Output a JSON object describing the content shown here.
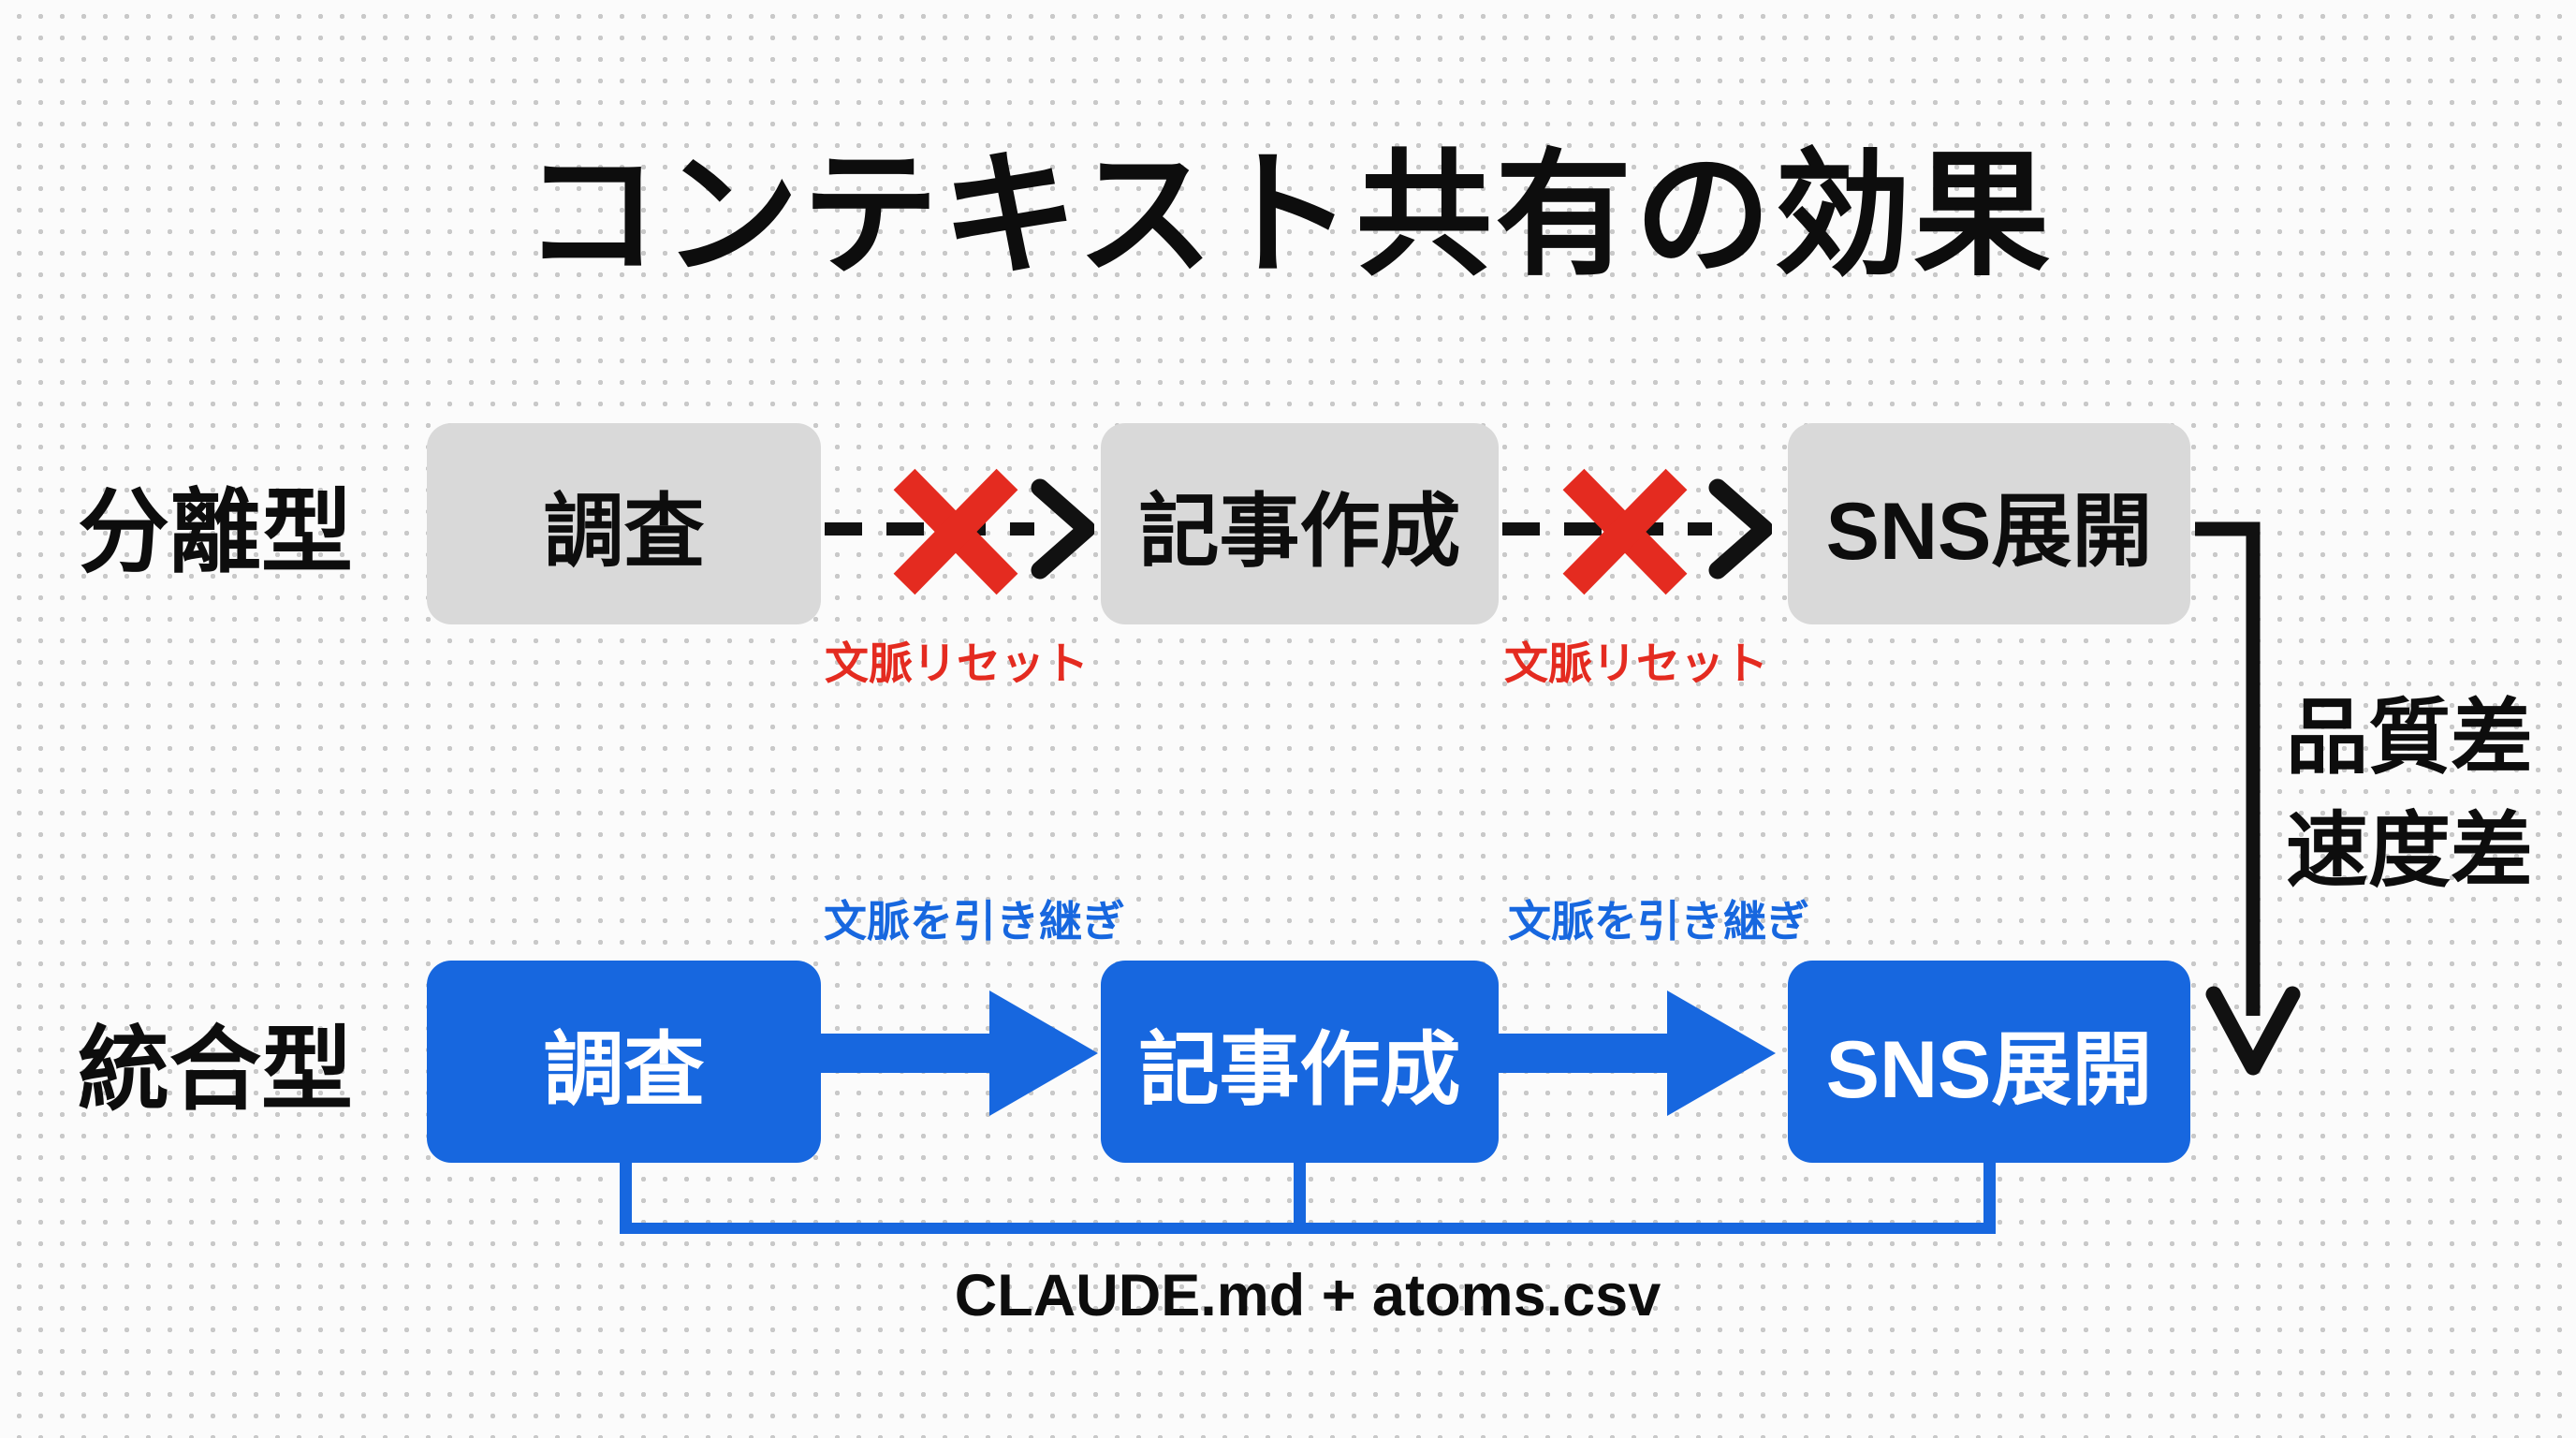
{
  "title": "コンテキスト共有の効果",
  "rows": {
    "separated": {
      "label": "分離型",
      "steps": [
        "調査",
        "記事作成",
        "SNS展開"
      ],
      "break_label": "文脈リセット"
    },
    "integrated": {
      "label": "統合型",
      "steps": [
        "調査",
        "記事作成",
        "SNS展開"
      ],
      "handoff_label": "文脈を引き継ぎ",
      "shared_context_label": "CLAUDE.md + atoms.csv"
    }
  },
  "outcome": {
    "lines": [
      "品質差",
      "速度差"
    ]
  },
  "icons": {
    "context_break": "x-mark-icon",
    "separated_flow": "dashed-arrow-right-icon",
    "integrated_flow": "solid-arrow-right-icon",
    "outcome_flow": "elbow-arrow-down-icon"
  },
  "colors": {
    "accent_blue": "#1767DF",
    "alert_red": "#E42B20",
    "neutral_box_gray": "#D9D9D9",
    "text_black": "#0D0D0D",
    "background": "#FBFBFB"
  }
}
